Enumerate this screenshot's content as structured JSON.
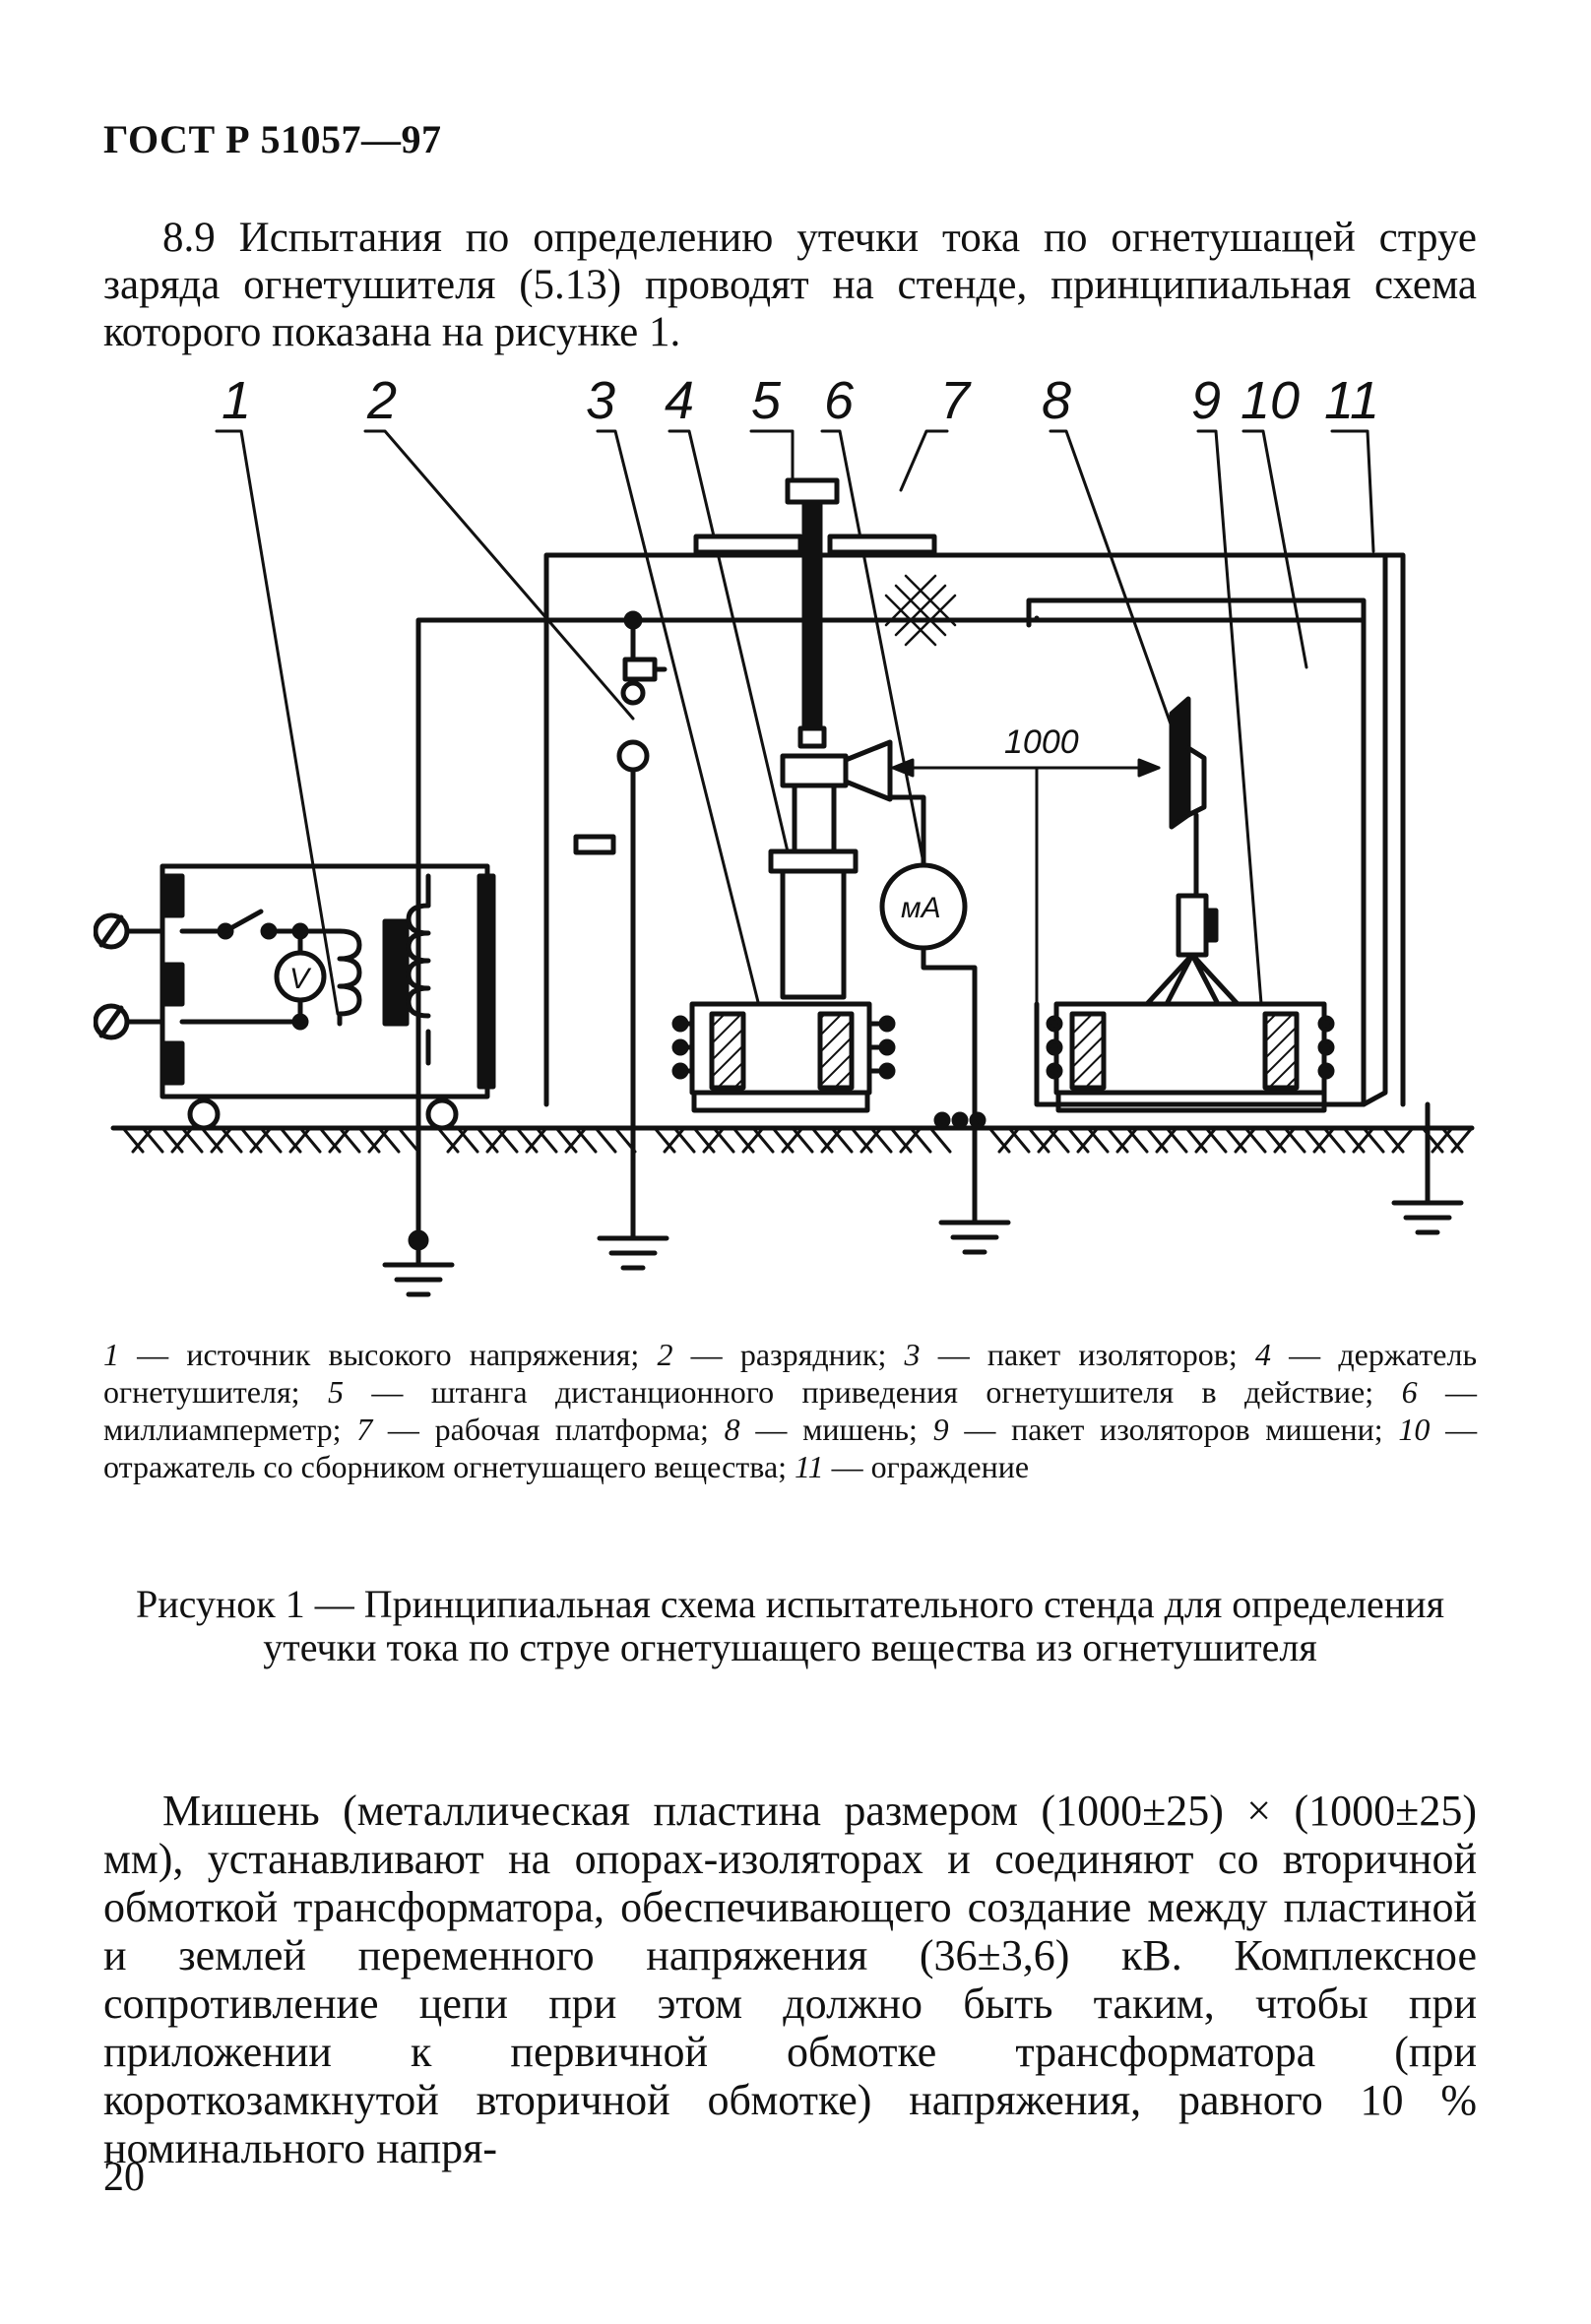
{
  "header": {
    "doc_code": "ГОСТ Р 51057—97"
  },
  "section": {
    "number": "8.9",
    "text": "Испытания по определению утечки тока по огнетушащей струе заряда огнетушителя (5.13) проводят на стенде, принципиальная схема которого показана на рисунке 1."
  },
  "figure": {
    "labels": [
      "1",
      "2",
      "3",
      "4",
      "5",
      "6",
      "7",
      "8",
      "9",
      "10",
      "11"
    ],
    "dimension": "1000",
    "meter": "мА",
    "voltmeter": "V",
    "legend": [
      {
        "n": "1",
        "text": "источник высокого напряжения;"
      },
      {
        "n": "2",
        "text": "разрядник;"
      },
      {
        "n": "3",
        "text": "пакет изоляторов;"
      },
      {
        "n": "4",
        "text": "держатель огнетушителя;"
      },
      {
        "n": "5",
        "text": "штанга дистанционного приведения огнетушителя в действие;"
      },
      {
        "n": "6",
        "text": "миллиамперметр;"
      },
      {
        "n": "7",
        "text": "рабочая платформа;"
      },
      {
        "n": "8",
        "text": "мишень;"
      },
      {
        "n": "9",
        "text": "пакет изоляторов мишени;"
      },
      {
        "n": "10",
        "text": "отражатель со сборником огнетушащего вещества;"
      },
      {
        "n": "11",
        "text": "ограждение"
      }
    ],
    "caption": "Рисунок 1 — Принципиальная схема испытательного стенда для определения утечки тока по струе огнетушащего вещества из огнетушителя"
  },
  "body_paragraph": "Мишень (металлическая пластина размером (1000±25) × (1000±25) мм), устанавливают на опорах-изоляторах и соединяют со вторичной обмоткой трансформатора, обеспечивающего создание между пластиной и землей переменного напряжения (36±3,6) кВ. Комплексное сопротивление цепи при этом должно быть таким, чтобы при приложении к первичной обмотке трансформатора (при короткозамкнутой вторичной обмотке) напряжения, равного 10 % номинального напря-",
  "page_number": "20"
}
